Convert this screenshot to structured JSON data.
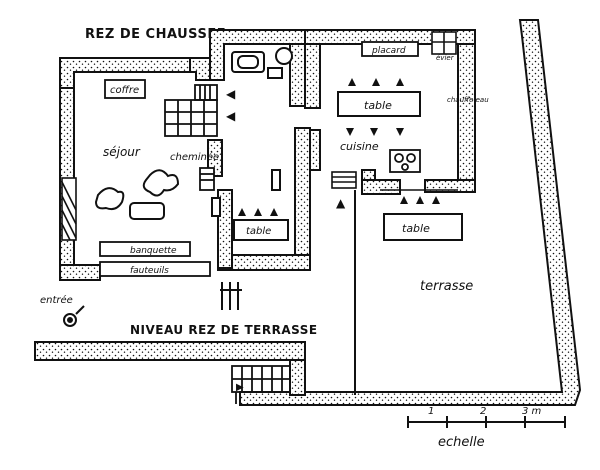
{
  "titles": {
    "ground_floor": "REZ DE CHAUSSEE",
    "terrace_level": "NIVEAU REZ DE TERRASSE"
  },
  "rooms": {
    "coffre": "coffre",
    "sejour": "séjour",
    "cheminee": "cheminée",
    "placard": "placard",
    "table_kitchen": "table",
    "cuisine": "cuisine",
    "chauffe_eau": "chauffe eau",
    "table_dining": "table",
    "banquette": "banquette",
    "fauteuils": "fauteuils",
    "entree": "entrée",
    "table_terrace": "table",
    "terrasse": "terrasse",
    "evier": "évier"
  },
  "scale": {
    "label": "echelle",
    "ticks": [
      "1",
      "2",
      "3 m"
    ]
  },
  "colors": {
    "ink": "#111111",
    "paper": "#ffffff"
  }
}
